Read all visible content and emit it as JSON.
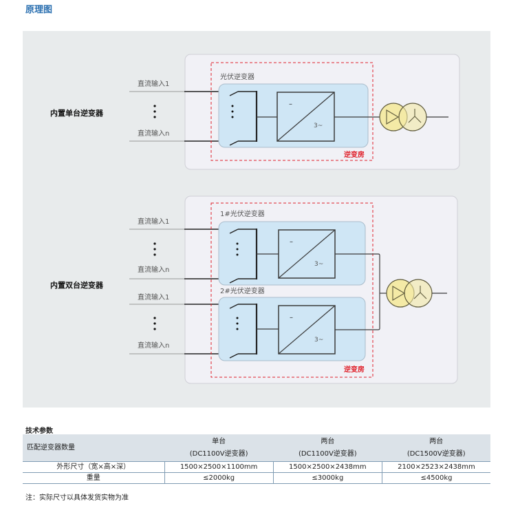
{
  "section_title": "原理图",
  "diagram": {
    "single": {
      "label": "内置单台逆变器",
      "inputs": [
        "直流输入1",
        "直流输入n"
      ],
      "inverters": [
        {
          "label": "光伏逆变器",
          "dc_symbol": "–",
          "ac_symbol": "3~"
        }
      ],
      "room_label": "逆变房"
    },
    "dual": {
      "label": "内置双台逆变器",
      "input_groups": [
        [
          "直流输入1",
          "直流输入n"
        ],
        [
          "直流输入1",
          "直流输入n"
        ]
      ],
      "inverters": [
        {
          "label": "1#光伏逆变器",
          "dc_symbol": "–",
          "ac_symbol": "3~"
        },
        {
          "label": "2#光伏逆变器",
          "dc_symbol": "–",
          "ac_symbol": "3~"
        }
      ],
      "room_label": "逆变房"
    },
    "colors": {
      "room_border": "#e0202a",
      "room_label": "#e0202a",
      "inverter_fill": "#cfe6f5",
      "transformer_fill": "#f4eaa6",
      "line": "#3a3a3a"
    }
  },
  "params": {
    "title": "技术参数",
    "header_label": "匹配逆变器数量",
    "columns": [
      {
        "count": "单台",
        "type": "(DC1100V逆变器)"
      },
      {
        "count": "两台",
        "type": "(DC1100V逆变器)"
      },
      {
        "count": "两台",
        "type": "(DC1500V逆变器)"
      }
    ],
    "rows": [
      {
        "label": "外形尺寸（宽×高×深）",
        "values": [
          "1500×2500×1100mm",
          "1500×2500×2438mm",
          "2100×2523×2438mm"
        ]
      },
      {
        "label": "重量",
        "values": [
          "≤2000kg",
          "≤3000kg",
          "≤4500kg"
        ]
      }
    ]
  },
  "footnote": "注：实际尺寸以具体发货实物为准"
}
